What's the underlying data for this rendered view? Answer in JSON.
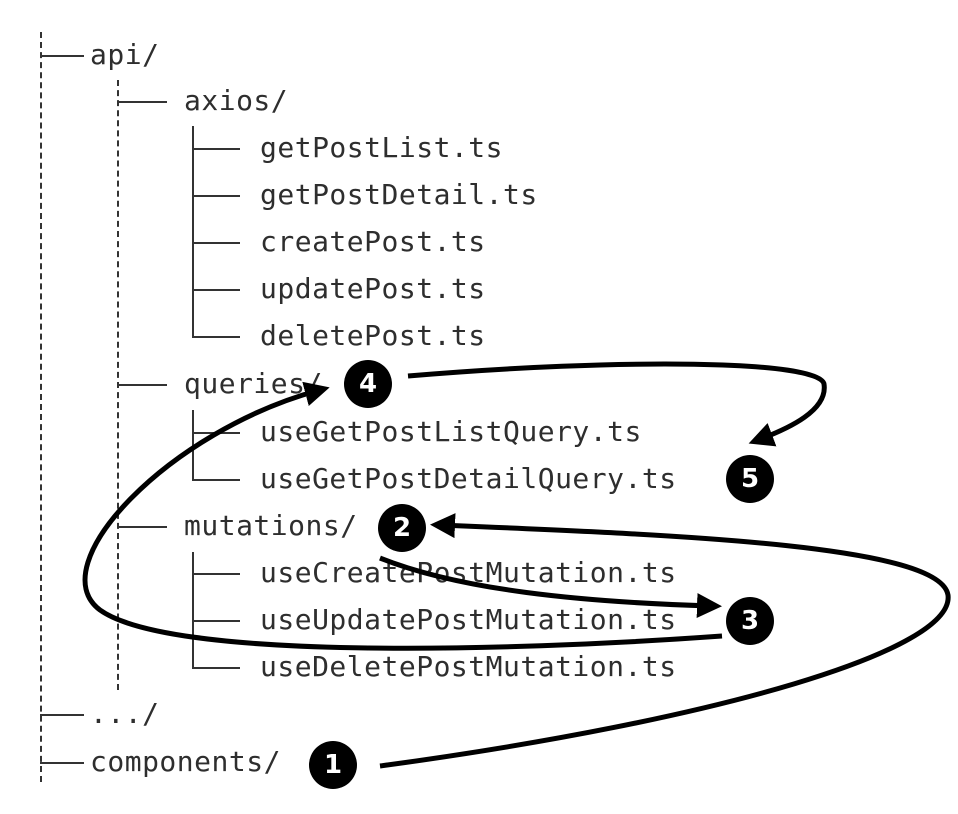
{
  "tree": {
    "api": "api/",
    "axios": "axios/",
    "axios_files": [
      "getPostList.ts",
      "getPostDetail.ts",
      "createPost.ts",
      "updatePost.ts",
      "deletePost.ts"
    ],
    "queries": "queries/",
    "queries_files": [
      "useGetPostListQuery.ts",
      "useGetPostDetailQuery.ts"
    ],
    "mutations": "mutations/",
    "mutations_files": [
      "useCreatePostMutation.ts",
      "useUpdatePostMutation.ts",
      "useDeletePostMutation.ts"
    ],
    "ellipsis": ".../",
    "components": "components/"
  },
  "steps": [
    "1",
    "2",
    "3",
    "4",
    "5"
  ],
  "colors": {
    "text": "#2e2e2e",
    "lines": "#333333",
    "badge_bg": "#000000",
    "badge_text": "#ffffff",
    "arrow": "#000000"
  }
}
